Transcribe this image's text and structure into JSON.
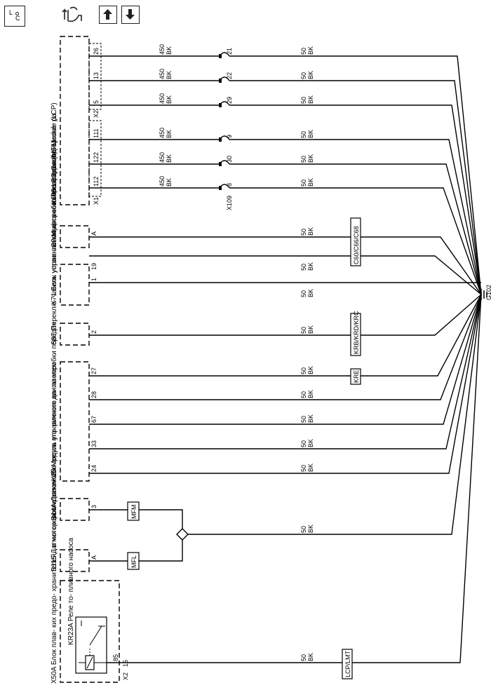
{
  "toolbar": {
    "icons": [
      "loc-icon",
      "navigate-icon",
      "arrow-up-icon",
      "arrow-down-icon"
    ],
    "loc_label_l": "L",
    "loc_label_c": "C"
  },
  "ground": {
    "label": "G102"
  },
  "components": {
    "k103": {
      "name": "K103 LPG Control Module (LCP)",
      "connector_x1": "X1",
      "connector_x2": "X2"
    },
    "c2": {
      "name": "C2 Муфта ком- прессора кондиционе- ра"
    },
    "k71": {
      "name": "K71 Блок управ- ления ко- робкой пе- редач (MFL)"
    },
    "s87": {
      "name": "S87 Переклю- чатель установки октаново- го числа топлива"
    },
    "k20": {
      "name": "K20 Модуль управления двигателем"
    },
    "b14a": {
      "name": "B14A Датчик обо- ротов вто- ричного ва- ла коробки передач"
    },
    "b115": {
      "name": "B115 Датчик скорости автомоби- ля"
    },
    "x50a": {
      "name": "X50A Блок плав- ких предо- хранителей - в мотор- ном отсеке",
      "connector": "X2"
    },
    "kr23a": {
      "name": "KR23A Реле то- пливного насоса"
    }
  },
  "inline_connector": {
    "label": "X109"
  },
  "wires": [
    {
      "pin": "26",
      "gauge_a": "450",
      "color_a": "BK",
      "inline_pin": "21",
      "gauge_b": "50",
      "color_b": "BK"
    },
    {
      "pin": "13",
      "gauge_a": "450",
      "color_a": "BK",
      "inline_pin": "22",
      "gauge_b": "50",
      "color_b": "BK"
    },
    {
      "pin": "5",
      "gauge_a": "450",
      "color_a": "BK",
      "inline_pin": "29",
      "gauge_b": "50",
      "color_b": "BK"
    },
    {
      "pin": "111",
      "gauge_a": "450",
      "color_a": "BK",
      "inline_pin": "9",
      "gauge_b": "50",
      "color_b": "BK"
    },
    {
      "pin": "122",
      "gauge_a": "450",
      "color_a": "BK",
      "inline_pin": "30",
      "gauge_b": "50",
      "color_b": "BK"
    },
    {
      "pin": "112",
      "gauge_a": "450",
      "color_a": "BK",
      "inline_pin": "8",
      "gauge_b": "50",
      "color_b": "BK"
    },
    {
      "pin": "A",
      "gauge_b": "50",
      "color_b": "BK",
      "option": "C60/C66/C68"
    },
    {
      "pin": "19",
      "gauge_b": "50",
      "color_b": "BK"
    },
    {
      "pin": "1",
      "gauge_b": "50",
      "color_b": "BK"
    },
    {
      "pin": "2",
      "gauge_b": "50",
      "color_b": "BK",
      "option": "KRB/KRD/KRC"
    },
    {
      "pin": "27",
      "gauge_b": "50",
      "color_b": "BK",
      "option": "KRE"
    },
    {
      "pin": "28",
      "gauge_b": "50",
      "color_b": "BK"
    },
    {
      "pin": "67",
      "gauge_b": "50",
      "color_b": "BK"
    },
    {
      "pin": "33",
      "gauge_b": "50",
      "color_b": "BK"
    },
    {
      "pin": "24",
      "gauge_b": "50",
      "color_b": "BK"
    },
    {
      "pin": "3",
      "option": "MFM"
    },
    {
      "pin": "A",
      "option": "MFL"
    },
    {
      "pin": "15",
      "gauge_b": "50",
      "color_b": "BK",
      "option": "LCP/LMT",
      "relay_pin": "85"
    }
  ],
  "merged_wire": {
    "gauge": "50",
    "color": "BK"
  }
}
